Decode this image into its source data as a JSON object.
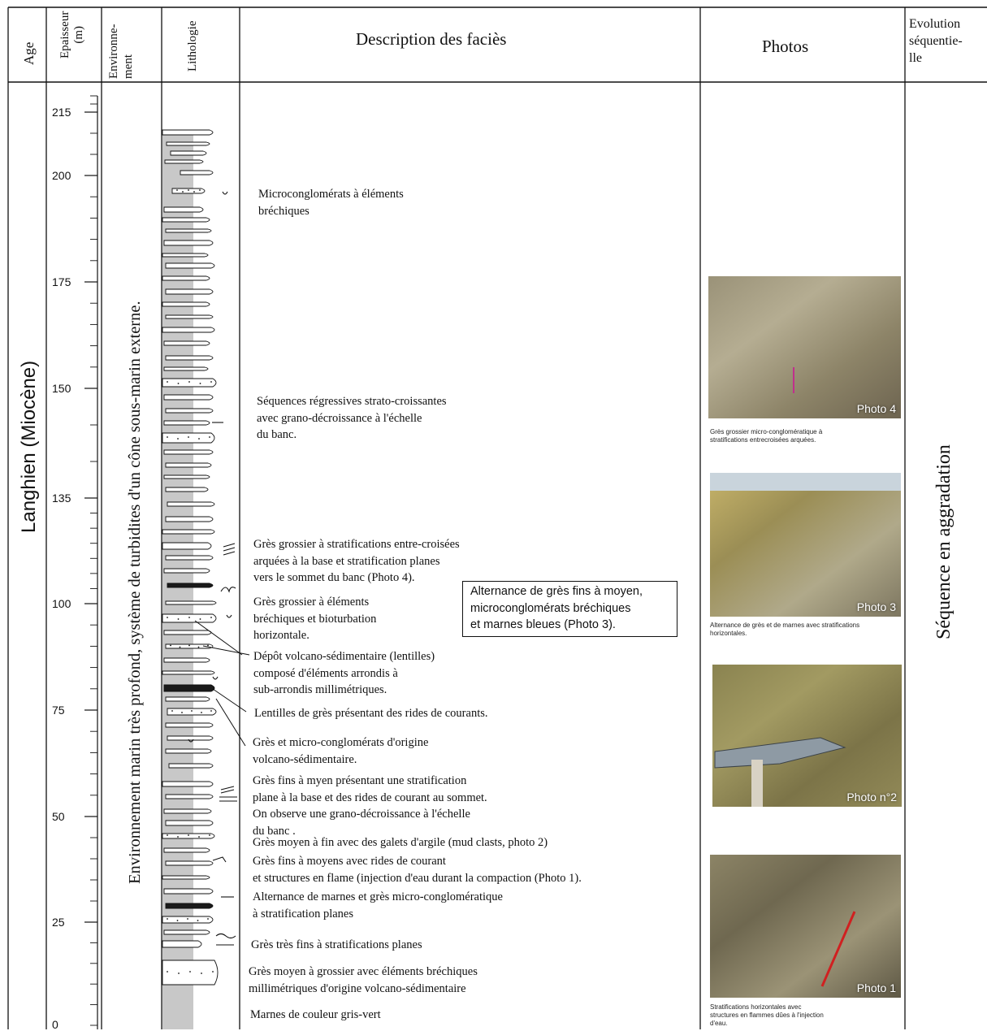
{
  "headers": {
    "age": "Age",
    "epaisseur": "Epaisseur\n(m)",
    "environnement": "Environne-\nment",
    "lithologie": "Lithologie",
    "description": "Description des faciès",
    "photos": "Photos",
    "evolution": "Evolution\nséquentie-\nlle"
  },
  "age_label": "Langhien (Miocène)",
  "environment_label": "Environnement marin très profond, système de turbidites d'un cône sous-marin externe.",
  "evolution_label": "Séquence en aggradation",
  "chart_data": {
    "type": "table",
    "axis": {
      "label": "Epaisseur (m)",
      "ticks": [
        215,
        200,
        175,
        150,
        135,
        100,
        75,
        50,
        25,
        0
      ]
    },
    "descriptions": [
      "Microconglomérats à éléments\nbréchiques",
      "Séquences régressives strato-croissantes\navec grano-décroissance à l'échelle\ndu banc.",
      "Grès grossier à stratifications entre-croisées\narquées à la base et stratification planes\nvers le sommet du banc (Photo 4).",
      "Grès grossier à éléments\nbréchiques et bioturbation\nhorizontale.",
      "Dépôt volcano-sédimentaire (lentilles)\ncomposé d'éléments arrondis à\nsub-arrondis  millimétriques.",
      "Lentilles de grès présentant des rides de courants.",
      "Grès et micro-conglomérats d'origine\nvolcano-sédimentaire.",
      "Grès fins à myen présentant une  stratification\nplane à la base et des rides de courant au sommet.\nOn observe une grano-décroissance à l'échelle\ndu banc .",
      "Grès moyen à fin avec des galets d'argile (mud clasts, photo 2)",
      "Grès fins à moyens avec rides de courant\net structures en flame (injection d'eau durant la compaction (Photo 1).",
      "Alternance de marnes  et grès micro-conglomératique\nà stratification planes",
      "Grès très fins à stratifications planes",
      "Grès moyen à grossier avec éléments bréchiques\nmillimétriques d'origine volcano-sédimentaire",
      "Marnes de couleur gris-vert"
    ],
    "boxed_note": "Alternance de grès fins à moyen,\nmicroconglomérats bréchiques\net marnes bleues (Photo 3).",
    "photos": [
      {
        "label": "Photo 4",
        "caption": "Grès grossier micro-conglomératique à\nstratifications entrecroisées arquées."
      },
      {
        "label": "Photo 3",
        "caption": "Alternance de grès et de marnes avec stratifications\nhorizontales."
      },
      {
        "label": "Photo n°2",
        "caption": ""
      },
      {
        "label": "Photo 1",
        "caption": "Stratifications horizontales avec\nstructures en flammes dûes à l'injection\nd'eau."
      }
    ]
  },
  "colors": {
    "lithology_fill": "#c8c8c8",
    "line": "#111111",
    "hammer_marker": "#d02020"
  }
}
